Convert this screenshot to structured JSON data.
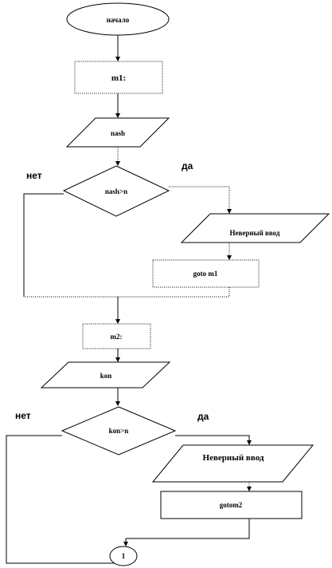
{
  "nodes": {
    "start": "начало",
    "m1": "m1:",
    "nash": "nash",
    "cond1": "nash>n",
    "err1": "Неверный ввод",
    "goto1": "goto m1",
    "m2": "m2:",
    "kon": "kon",
    "cond2": "kon>n",
    "err2": "Неверный  ввод",
    "goto2": "gotom2",
    "connector": "1"
  },
  "branches": {
    "no1": "нет",
    "yes1": "да",
    "no2": "нет",
    "yes2": "да"
  }
}
